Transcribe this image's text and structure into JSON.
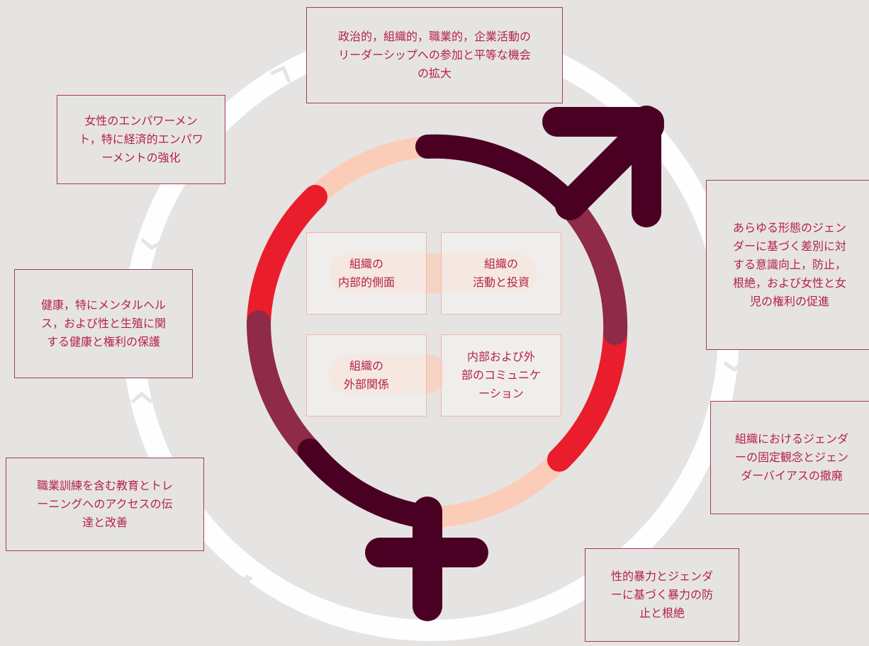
{
  "colors": {
    "background": "#e6e4e2",
    "outer_ring": "#ffffff",
    "text": "#b4214a",
    "box_border": "#a33a55",
    "ring_dark": "#4a0022",
    "ring_mid": "#8f2a49",
    "ring_red": "#ea1d2c",
    "ring_peach": "#fbcdb8"
  },
  "icons": {
    "center_symbol": "gender-symbol-icon",
    "outer_cycle": "circular-arrows-icon"
  },
  "outer_items": {
    "top": "政治的，組織的，職業的，企業活動の\nリーダーシップへの参加と平等な機会\nの拡大",
    "upper_left": "女性のエンパワーメン\nト，特に経済的エンパワ\nーメントの強化",
    "right": "あらゆる形態のジェン\nダーに基づく差別に対\nする意識向上，防止，\n根絶，および女性と女\n児の権利の促進",
    "mid_left": "健康，特にメンタルヘル\nス，および性と生殖に関\nする健康と権利の保護",
    "lower_right": "組織におけるジェンダ\nーの固定観念とジェン\nダーバイアスの撤廃",
    "lower_left": "職業訓練を含む教育とトレ\nーニングへのアクセスの伝\n達と改善",
    "bottom_right": "性的暴力とジェンダ\nーに基づく暴力の防\n止と根絶"
  },
  "center_quadrants": {
    "top_left": "組織の\n内部的側面",
    "top_right": "組織の\n活動と投資",
    "bottom_left": "組織の\n外部関係",
    "bottom_right": "内部および外\n部のコミュニケ\nーション"
  }
}
